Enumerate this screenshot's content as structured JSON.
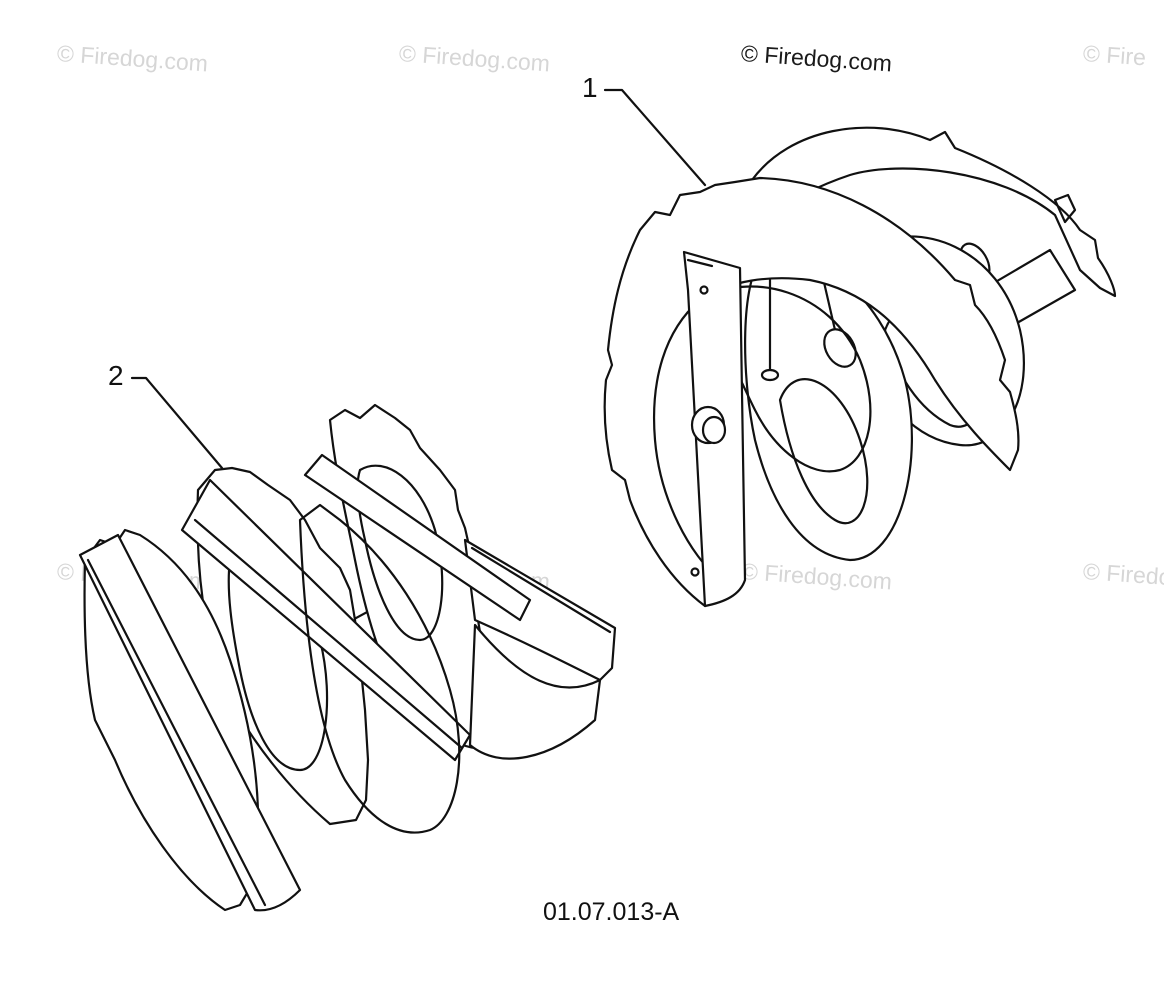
{
  "watermarks": {
    "w1": "© Firedog.com",
    "w2": "© Firedog.com",
    "w3": "© Firedog.com",
    "w4": "© Firedog.com",
    "w5": "© Firedog.com",
    "w6": "© Firedog.com",
    "w7": "© Firedog.com",
    "w8": "© Fire"
  },
  "callouts": {
    "part1": "1",
    "part2": "2"
  },
  "figure_code": "01.07.013-A",
  "parts": [
    {
      "callout": "1",
      "icon": "spiral-auger-right-icon"
    },
    {
      "callout": "2",
      "icon": "spiral-auger-left-icon"
    }
  ]
}
